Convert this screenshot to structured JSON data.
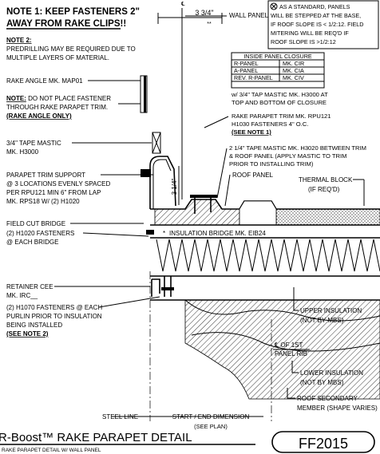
{
  "notes": {
    "note1_line1": "NOTE 1: KEEP FASTENERS 2\"",
    "note1_line2": "AWAY FROM RAKE CLIPS!!",
    "note2_title": "NOTE 2:",
    "note2_line1": "PREDRILLING MAY BE REQUIRED DUE TO",
    "note2_line2": "MULTIPLE LAYERS OF MATERIAL.",
    "rake_angle": "RAKE ANGLE MK. MAP01",
    "fastener_note_title": "NOTE:",
    "fastener_note_rest": "DO NOT PLACE FASTENER",
    "fastener_note_line2": "THROUGH RAKE PARAPET TRIM.",
    "fastener_note_line3": "(RAKE ANGLE ONLY)",
    "mastic_line1": "3/4\" TAPE MASTIC",
    "mastic_line2": "MK. H3000",
    "support_line1": "PARAPET TRIM SUPPORT",
    "support_line2": "@ 3 LOCATIONS EVENLY SPACED",
    "support_line3": "PER RPU121 MIN 6\" FROM LAP",
    "support_line4": "MK. RPS18 W/ (2) H1020",
    "bridge_line1": "FIELD CUT BRIDGE",
    "bridge_line2": "(2) H1020 FASTENERS",
    "bridge_line3": "@ EACH BRIDGE",
    "cee_line1": "RETAINER CEE",
    "cee_line2": "MK. IRC__",
    "h1070_line1": "(2) H1070 FASTENERS @ EACH",
    "h1070_line2": "PURLIN PRIOR TO INSULATION",
    "h1070_line3": "BEING INSTALLED",
    "h1070_line4": "(SEE NOTE 2)"
  },
  "right_callouts": {
    "wall_panel": "WALL PANEL",
    "std_line1": "AS A STANDARD, PANELS",
    "std_line2": "WILL BE STEPPED AT THE BASE,",
    "std_line3": "IF ROOF SLOPE IS < 1/2:12.  FIELD",
    "std_line4": "MITERING WILL BE REQ'D IF",
    "std_line5": "ROOF SLOPE IS >1/2:12",
    "closure_mastic1": "w/ 3/4\" TAP MASTIC MK. H3000 AT",
    "closure_mastic2": "TOP AND BOTTOM OF CLOSURE",
    "trim_line1": "RAKE PARAPET TRIM MK. RPU121",
    "trim_line2": "H1030 FASTENERS 4\" O.C.",
    "trim_line3": "(SEE NOTE 1)",
    "tape_line1": "2 1/4\" TAPE MASTIC MK. H3020 BETWEEN TRIM",
    "tape_line2": "& ROOF PANEL (APPLY MASTIC TO TRIM",
    "tape_line3": "PRIOR TO INSTALLING TRIM)",
    "roof_panel": "ROOF PANEL",
    "thermal_line1": "THERMAL BLOCK",
    "thermal_line2": "(IF REQ'D)",
    "insulation_bridge": "INSULATION BRIDGE  MK. EIB24",
    "upper_ins1": "UPPER INSULATION",
    "upper_ins2": "(NOT BY MBS)",
    "rib_line1": "℄ OF 1ST",
    "rib_line2": "PANEL RIB",
    "lower_ins1": "LOWER INSULATION",
    "lower_ins2": "(NOT BY MBS)",
    "secondary1": "ROOF SECONDARY",
    "secondary2": "MEMBER (SHAPE VARIES)"
  },
  "closure_table": {
    "title": "INSIDE PANEL CLOSURE",
    "rows": [
      [
        "R-PANEL",
        "MK. CIR"
      ],
      [
        "A-PANEL",
        "MK. CIA"
      ],
      [
        "REV. R-PANEL",
        "MK. CIV"
      ]
    ]
  },
  "dimensions": {
    "top_dim": "3 3/4\"",
    "top_dim_mark": "**",
    "vert_dim": "3 1/4\"",
    "steel_line": "STEEL LINE",
    "start_end1": "START / END DIMENSION",
    "start_end2": "(SEE PLAN)",
    "cl_mark": "℄"
  },
  "title_block": {
    "title": "R-Boost™ RAKE PARAPET DETAIL",
    "subtitle": "RAKE PARAPET DETAIL W/ WALL PANEL",
    "code": "FF2015"
  }
}
